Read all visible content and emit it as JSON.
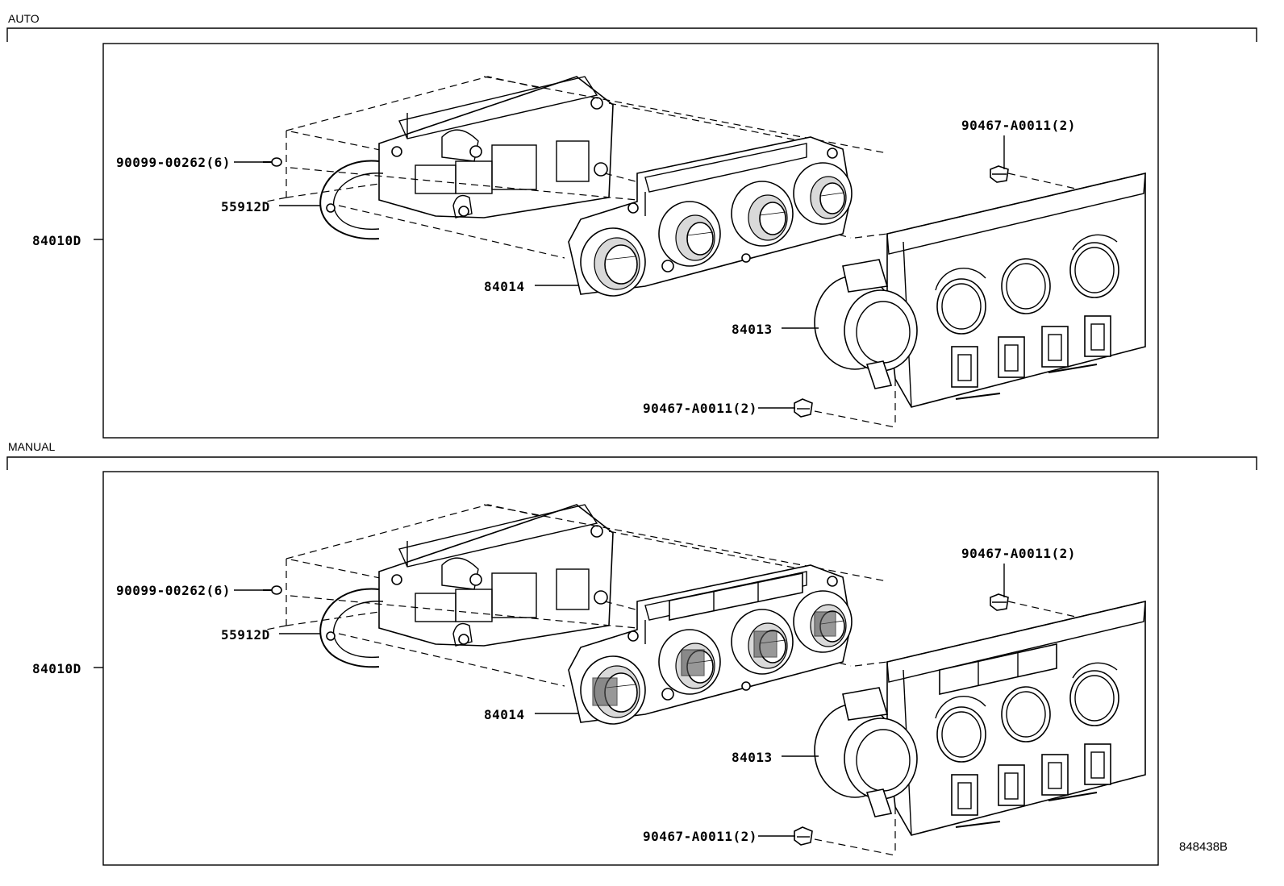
{
  "sections": [
    {
      "title": "AUTO",
      "labels": {
        "screw": "90099-00262(6)",
        "bracket": "55912D",
        "assembly": "84010D",
        "control": "84014",
        "panel": "84013",
        "clip_top": "90467-A0011(2)",
        "clip_bottom": "90467-A0011(2)"
      }
    },
    {
      "title": "MANUAL",
      "labels": {
        "screw": "90099-00262(6)",
        "bracket": "55912D",
        "assembly": "84010D",
        "control": "84014",
        "panel": "84013",
        "clip_top": "90467-A0011(2)",
        "clip_bottom": "90467-A0011(2)"
      }
    }
  ],
  "figure_id": "848438B"
}
